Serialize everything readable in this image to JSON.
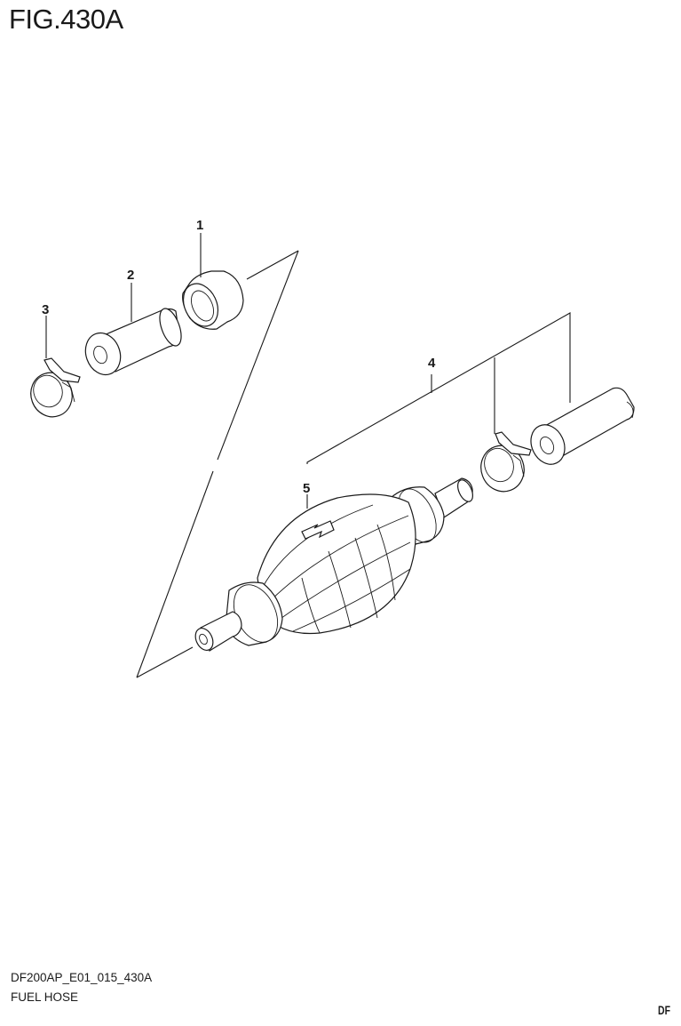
{
  "figure": {
    "title": "FIG.430A",
    "drawing_code": "DF200AP_E01_015_430A",
    "section_name": "FUEL HOSE",
    "corner_mark": "DF"
  },
  "callouts": [
    {
      "number": "1",
      "part": "grommet / sleeve"
    },
    {
      "number": "2",
      "part": "hose fitting / connector"
    },
    {
      "number": "3",
      "part": "hose clip"
    },
    {
      "number": "4",
      "part": "fuel hose assembly (clip + hose)"
    },
    {
      "number": "5",
      "part": "primer bulb"
    }
  ],
  "labels": {
    "c1": "1",
    "c2": "2",
    "c3": "3",
    "c4": "4",
    "c5": "5"
  },
  "colors": {
    "line": "#1a1a1a",
    "background": "#ffffff"
  }
}
